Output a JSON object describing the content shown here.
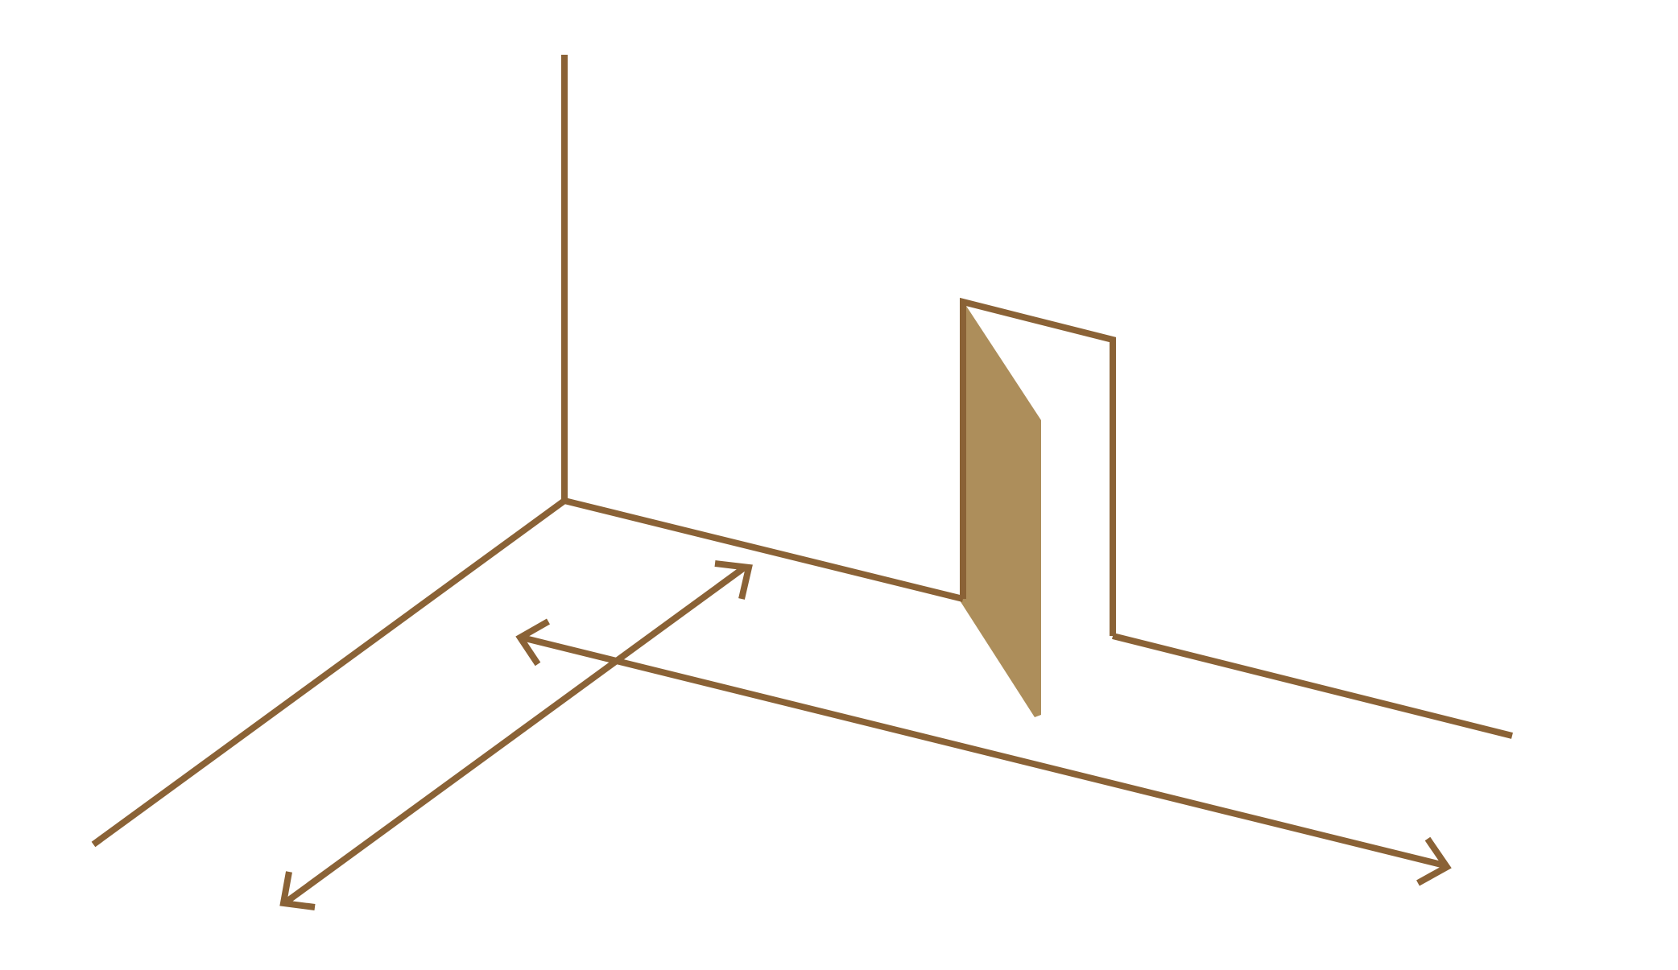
{
  "diagram": {
    "elements": [
      {
        "id": "vertical-axis",
        "kind": "line",
        "label": ""
      },
      {
        "id": "floor-left-edge",
        "kind": "line",
        "label": ""
      },
      {
        "id": "back-wall-left-segment",
        "kind": "line",
        "label": ""
      },
      {
        "id": "door-frame",
        "kind": "polyline",
        "label": ""
      },
      {
        "id": "back-wall-right-segment",
        "kind": "line",
        "label": ""
      },
      {
        "id": "open-door-panel",
        "kind": "polygon",
        "label": ""
      },
      {
        "id": "depth-double-arrow",
        "kind": "double-arrow",
        "label": ""
      },
      {
        "id": "width-double-arrow",
        "kind": "double-arrow",
        "label": ""
      }
    ]
  },
  "colors": {
    "line": "#8a6236",
    "door_fill": "#ad8e5b",
    "background": "#ffffff"
  }
}
